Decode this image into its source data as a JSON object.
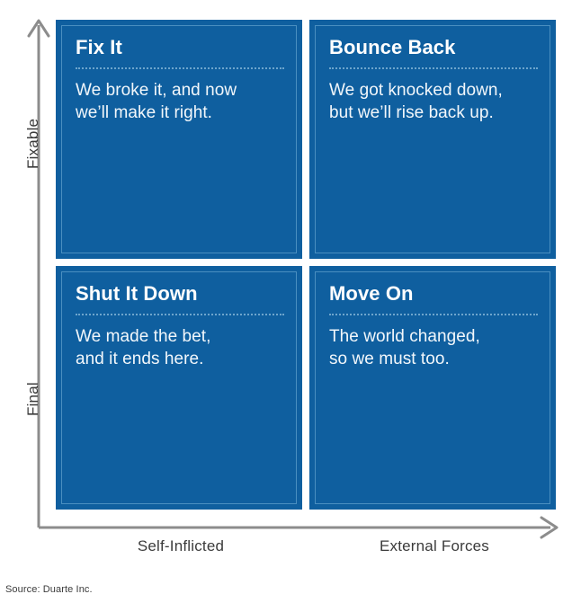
{
  "chart_data": {
    "type": "table",
    "title": "",
    "xlabel": "",
    "ylabel": "",
    "layout": "2x2-quadrant-matrix",
    "x_axis": {
      "name": "cause-of-situation",
      "direction": "left-to-right",
      "arrow": true,
      "ticks": [
        "Self-Inflicted",
        "External Forces"
      ]
    },
    "y_axis": {
      "name": "outcome-permanence",
      "direction": "bottom-to-top",
      "arrow": true,
      "ticks": [
        "Final",
        "Fixable"
      ]
    },
    "quadrants": [
      {
        "position": "top-left",
        "x": "Self-Inflicted",
        "y": "Fixable",
        "title": "Fix It",
        "body": "We broke it, and now\nwe’ll make it right."
      },
      {
        "position": "top-right",
        "x": "External Forces",
        "y": "Fixable",
        "title": "Bounce Back",
        "body": "We got knocked down,\nbut we’ll rise back up."
      },
      {
        "position": "bottom-left",
        "x": "Self-Inflicted",
        "y": "Final",
        "title": "Shut It Down",
        "body": "We made the bet,\nand it ends here."
      },
      {
        "position": "bottom-right",
        "x": "External Forces",
        "y": "Final",
        "title": "Move On",
        "body": "The world changed,\nso we must too."
      }
    ],
    "colors": {
      "quadrant_fill": "#0f5f9f",
      "quadrant_inner_border": "#4a8fc0",
      "divider": "#6ea5cc",
      "title_text": "#ffffff",
      "body_text": "#f2f7fb",
      "axis_line": "#8c8c8c",
      "axis_label_text": "#3b3b3b",
      "background": "#ffffff"
    }
  },
  "axes": {
    "y_top_label": "Fixable",
    "y_bottom_label": "Final",
    "x_left_label": "Self-Inflicted",
    "x_right_label": "External Forces"
  },
  "quadrants": {
    "top_left": {
      "title": "Fix It",
      "body": "We broke it, and now\nwe’ll make it right."
    },
    "top_right": {
      "title": "Bounce Back",
      "body": "We got knocked down,\nbut we’ll rise back up."
    },
    "bottom_left": {
      "title": "Shut It Down",
      "body": "We made the bet,\nand it ends here."
    },
    "bottom_right": {
      "title": "Move On",
      "body": "The world changed,\nso we must too."
    }
  },
  "footer": {
    "source": "Source: Duarte Inc."
  }
}
